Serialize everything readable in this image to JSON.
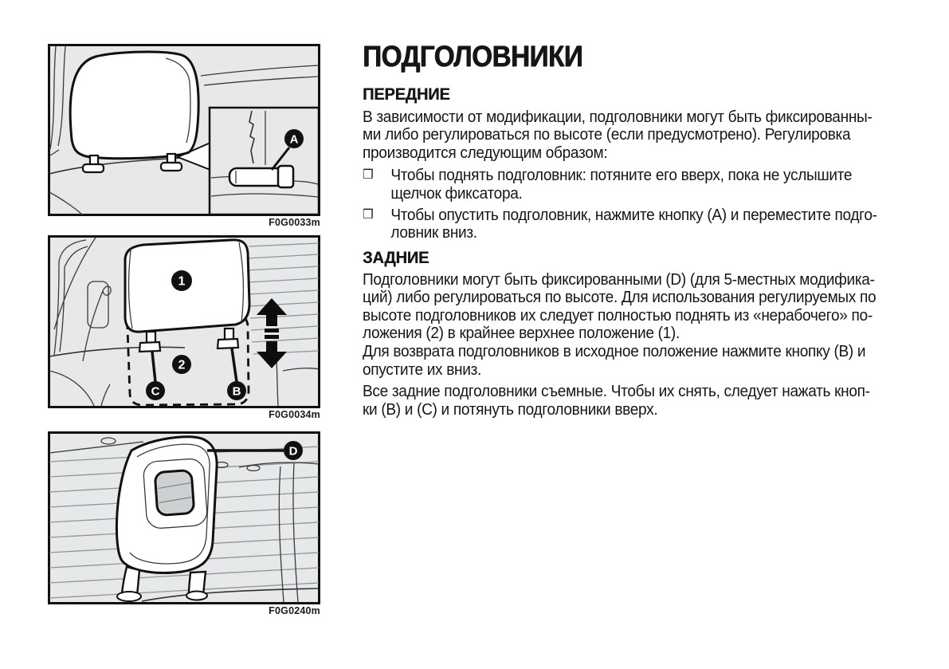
{
  "article": {
    "title": "ПОДГОЛОВНИКИ",
    "front": {
      "heading": "ПЕРЕДНИЕ",
      "intro": "В зависимости от модификации, подголовники могут быть фиксированны-\nми либо регулироваться по высоте (если предусмотрено). Регулировка\nпроизводится следующим образом:",
      "bullet_marker": "❒",
      "bullets": [
        "Чтобы поднять подголовник: потяните его вверх, пока не услышите\nщелчок фиксатора.",
        "Чтобы опустить подголовник, нажмите кнопку (A) и переместите подго-\nловник вниз."
      ]
    },
    "rear": {
      "heading": "ЗАДНИЕ",
      "paragraphs": [
        "Подголовники могут быть фиксированными (D) (для 5-местных модифика-\nций) либо регулироваться по высоте. Для использования регулируемых по\nвысоте подголовников их следует полностью поднять из «нерабочего» по-\nложения (2) в крайнее верхнее положение (1).",
        "Для возврата подголовников в исходное положение нажмите кнопку (B) и\nопустите их вниз.",
        "Все задние подголовники съемные. Чтобы их снять, следует нажать кноп-\nки (B) и (C) и потянуть подголовники вверх."
      ]
    }
  },
  "figures": [
    {
      "caption": "F0G0033m",
      "callouts": {
        "a": "A"
      }
    },
    {
      "caption": "F0G0034m",
      "callouts": {
        "pos1": "1",
        "pos2": "2",
        "c": "C",
        "b": "B"
      }
    },
    {
      "caption": "F0G0240m",
      "callouts": {
        "d": "D"
      }
    }
  ],
  "colors": {
    "figure_bg": "#e6e8e9",
    "line": "#111111",
    "page_bg": "#ffffff",
    "callout_bg": "#101010"
  }
}
